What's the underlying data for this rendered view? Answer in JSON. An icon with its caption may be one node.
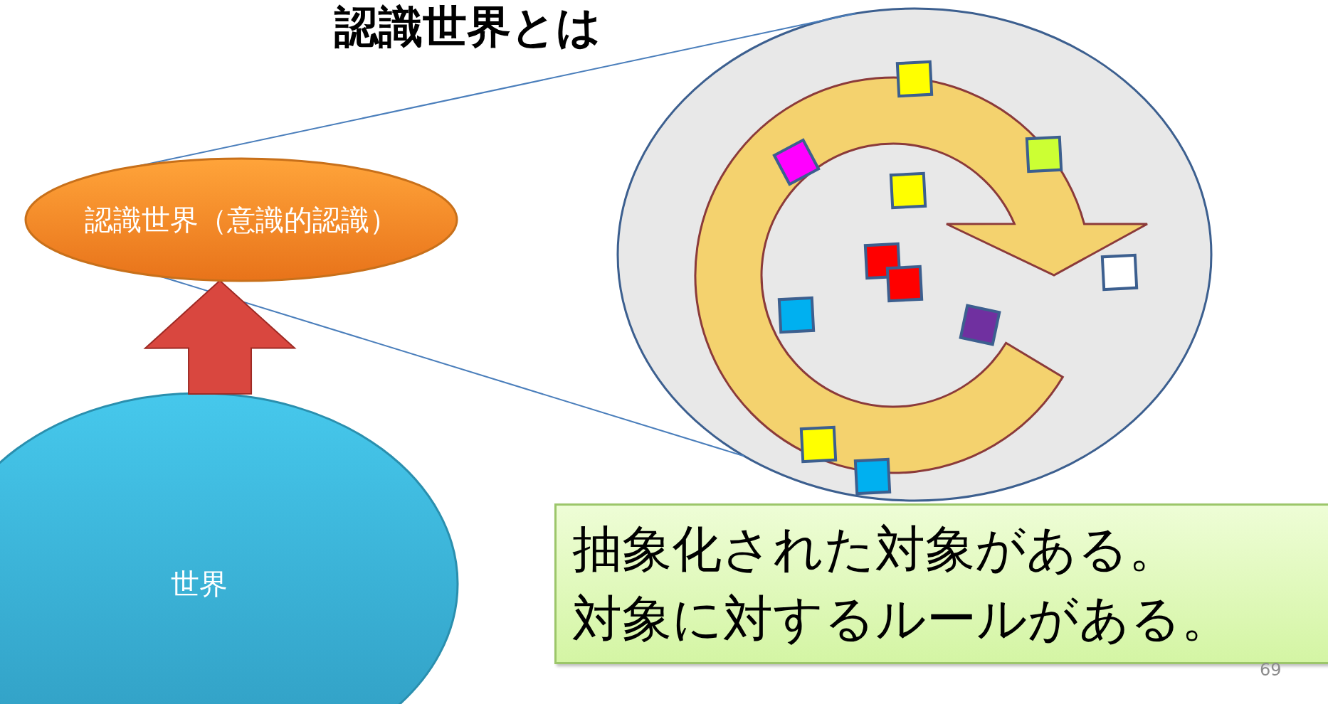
{
  "diagram": {
    "title": "認識世界とは",
    "nodes": [
      {
        "text": [
          "認識世界（意識的認識）"
        ]
      },
      {
        "text": [],
        "shape": "circle"
      },
      {
        "text": [
          "世界"
        ]
      },
      {
        "text": [
          "抽象化された対象がある。",
          "対象に対するルールがある。"
        ]
      }
    ],
    "edges": [
      {
        "from": 0,
        "to": 1,
        "arrow": "none"
      },
      {
        "from": 0,
        "to": 1,
        "arrow": "none"
      },
      {
        "from": 2,
        "to": 0,
        "arrow": "to",
        "style": "thick",
        "color": "#d9473f"
      }
    ],
    "labels": [
      "69"
    ]
  }
}
